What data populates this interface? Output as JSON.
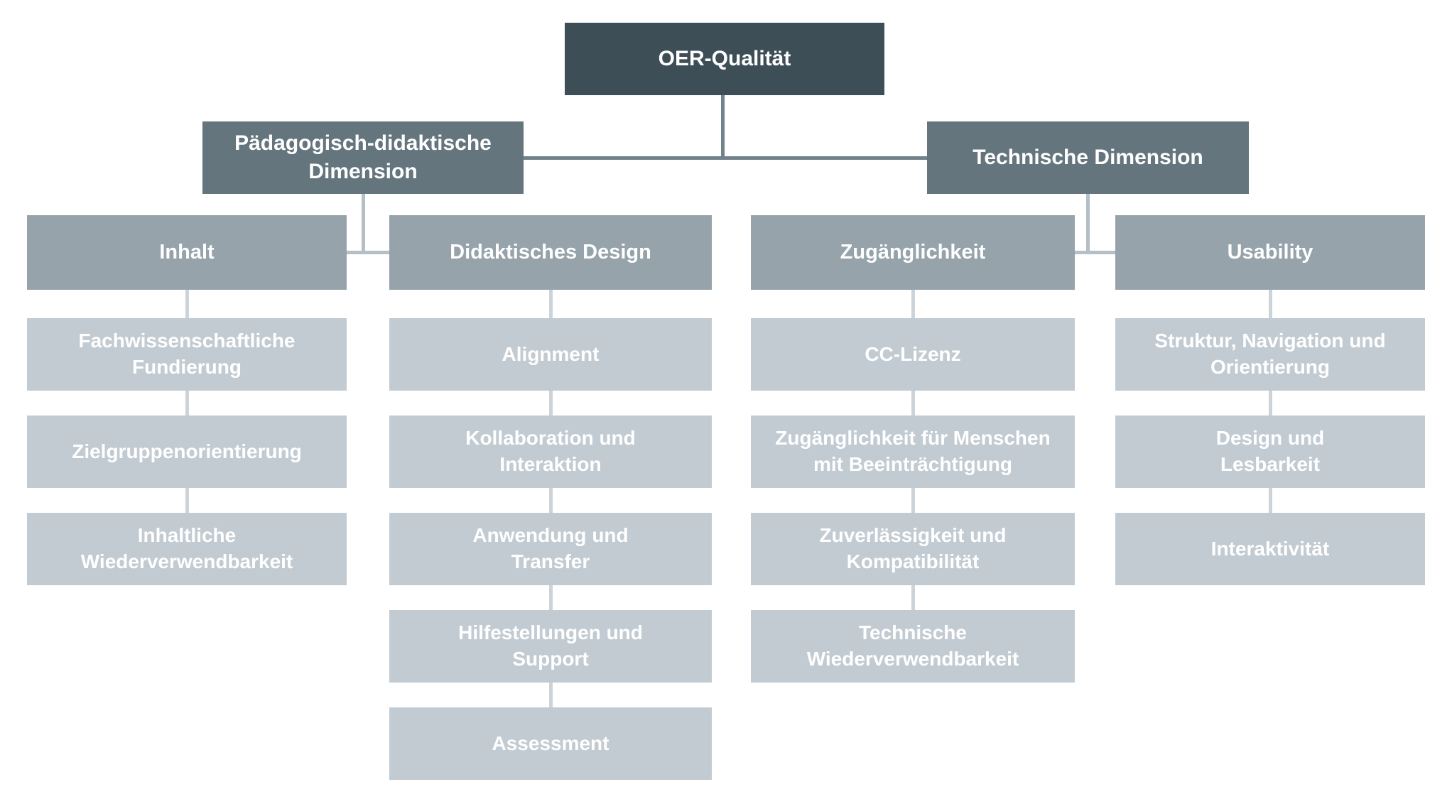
{
  "tree": {
    "root": {
      "label": "OER-Qualität"
    },
    "branches": [
      {
        "label": "Pädagogisch-didaktische\nDimension",
        "categories": [
          {
            "label": "Inhalt",
            "criteria": [
              "Fachwissenschaftliche\nFundierung",
              "Zielgruppenorientierung",
              "Inhaltliche\nWiederverwendbarkeit"
            ]
          },
          {
            "label": "Didaktisches Design",
            "criteria": [
              "Alignment",
              "Kollaboration und\nInteraktion",
              "Anwendung und\nTransfer",
              "Hilfestellungen und\nSupport",
              "Assessment"
            ]
          }
        ]
      },
      {
        "label": "Technische Dimension",
        "categories": [
          {
            "label": "Zugänglichkeit",
            "criteria": [
              "CC-Lizenz",
              "Zugänglichkeit für Menschen\nmit Beeinträchtigung",
              "Zuverlässigkeit und\nKompatibilität",
              "Technische\nWiederverwendbarkeit"
            ]
          },
          {
            "label": "Usability",
            "criteria": [
              "Struktur, Navigation und\nOrientierung",
              "Design und\nLesbarkeit",
              "Interaktivität"
            ]
          }
        ]
      }
    ]
  },
  "colors": {
    "background": "#ffffff",
    "label": "#ffffff",
    "level1": "#3e4e57",
    "level2": "#64757e",
    "level3": "#96a3ab",
    "level4": "#c2cbd2",
    "connector_dark": "#71828b",
    "connector_mid": "#b4bfc6",
    "connector_light": "#ccd4da"
  }
}
